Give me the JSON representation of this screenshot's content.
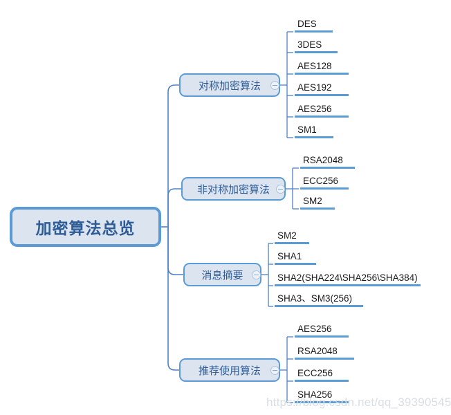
{
  "root": {
    "label": "加密算法总览"
  },
  "colors": {
    "node_border": "#5B9BD5",
    "node_fill": "#DCE4F0",
    "node_text": "#2E5C96",
    "connector": "#4F81C7",
    "leaf_bar": "#5B9BD5",
    "leaf_text": "#1a1a1a",
    "watermark": "#D9DEE3"
  },
  "branches": [
    {
      "label": "对称加密算法",
      "toggle": "collapse-toggle-minus",
      "leaves": [
        {
          "label": "DES"
        },
        {
          "label": "3DES"
        },
        {
          "label": "AES128"
        },
        {
          "label": "AES192"
        },
        {
          "label": "AES256"
        },
        {
          "label": "SM1"
        }
      ]
    },
    {
      "label": "非对称加密算法",
      "toggle": "collapse-toggle-minus",
      "leaves": [
        {
          "label": "RSA2048"
        },
        {
          "label": "ECC256"
        },
        {
          "label": "SM2"
        }
      ]
    },
    {
      "label": "消息摘要",
      "toggle": "collapse-toggle-minus",
      "leaves": [
        {
          "label": "SM2"
        },
        {
          "label": "SHA1"
        },
        {
          "label": "SHA2(SHA224\\SHA256\\SHA384)"
        },
        {
          "label": "SHA3、SM3(256)"
        }
      ]
    },
    {
      "label": "推荐使用算法",
      "toggle": "collapse-toggle-minus",
      "leaves": [
        {
          "label": "AES256"
        },
        {
          "label": "RSA2048"
        },
        {
          "label": "ECC256"
        },
        {
          "label": "SHA256"
        }
      ]
    }
  ],
  "watermark": {
    "text": "https://blog.csdn.net/qq_39390545"
  }
}
